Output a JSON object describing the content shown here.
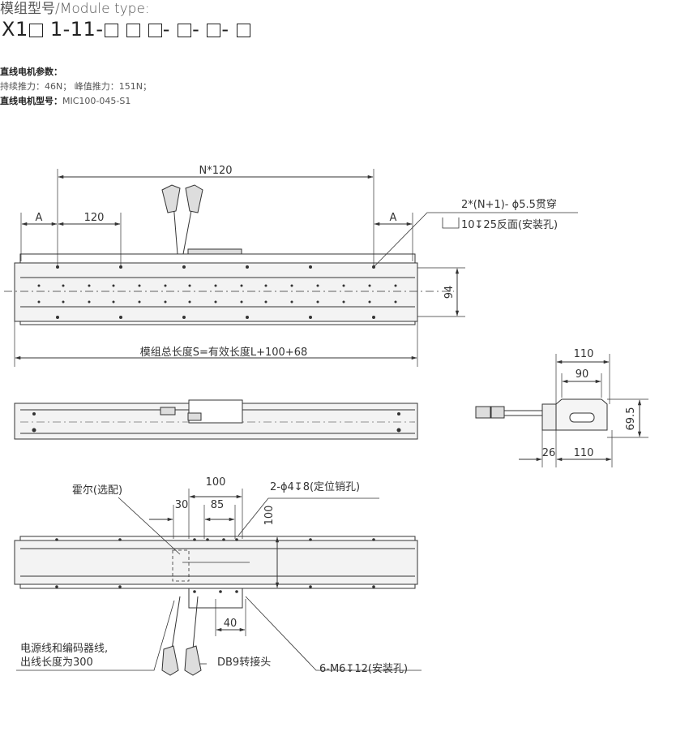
{
  "header": {
    "model_type_label": "模组型号/Module type:",
    "model_code_parts": [
      "X1",
      "1-11-",
      "-",
      "-",
      "-"
    ]
  },
  "motor_params": {
    "title": "直线电机参数：",
    "thrust_line": "持续推力：46N；  峰值推力：151N；",
    "model_label": "直线电机型号：",
    "model_value": "MIC100-045-S1"
  },
  "top_view": {
    "dim_pitch": "N*120",
    "dim_120": "120",
    "dim_a_left": "A",
    "dim_a_right": "A",
    "hole_note": "2*(N+1)- ϕ5.5贯穿",
    "counterbore_note": "10↧25反面(安装孔)",
    "dim_height": "94",
    "total_length": "模组总长度S=有效长度L+100+68"
  },
  "end_view": {
    "dim_110_top": "110",
    "dim_90": "90",
    "dim_69_5": "69.5",
    "dim_26": "26",
    "dim_110_bottom": "110"
  },
  "bottom_view": {
    "hall_label": "霍尔(选配)",
    "dim_100_h": "100",
    "dim_30": "30",
    "dim_85": "85",
    "pin_note": "2-ϕ4↧8(定位销孔)",
    "dim_100_v": "100",
    "dim_40": "40",
    "cable_note_line1": "电源线和编码器线,",
    "cable_note_line2": "出线长度为300",
    "db9_label": "DB9转接头",
    "mount_note": "6-M6↧12(安装孔)"
  }
}
